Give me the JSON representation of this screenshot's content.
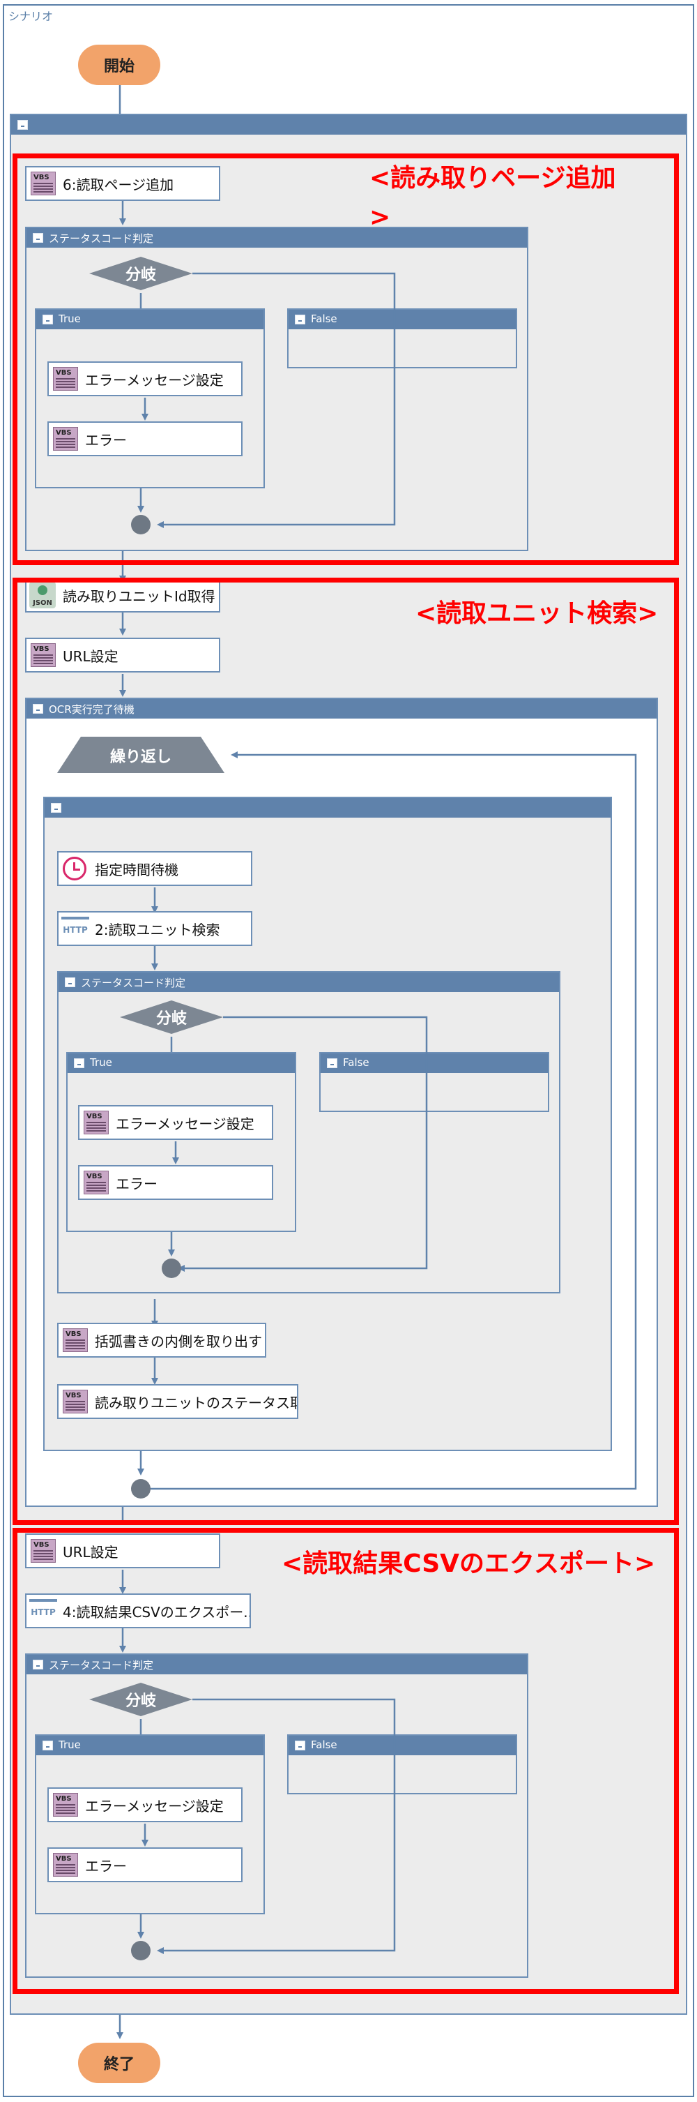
{
  "scenario": {
    "frame_title": "シナリオ",
    "start_label": "開始",
    "end_label": "終了"
  },
  "annotations": {
    "section1_line1": "<読み取りページ追加",
    "section1_line2": ">",
    "section2": "<読取ユニット検索>",
    "section3": "<読取結果CSVのエクスポート>"
  },
  "section1": {
    "add_page": "6:読取ページ追加",
    "status_check": "ステータスコード判定",
    "branch": "分岐",
    "true_label": "True",
    "false_label": "False",
    "set_error_message": "エラーメッセージ設定",
    "error": "エラー"
  },
  "section2": {
    "get_unit_id": "読み取りユニットId取得",
    "set_url": "URL設定",
    "ocr_wait": "OCR実行完了待機",
    "loop": "繰り返し",
    "wait_time": "指定時間待機",
    "search_unit": "2:読取ユニット検索",
    "status_check": "ステータスコード判定",
    "branch": "分岐",
    "true_label": "True",
    "false_label": "False",
    "set_error_message": "エラーメッセージ設定",
    "error": "エラー",
    "extract_paren": "括弧書きの内側を取り出す",
    "get_unit_status": "読み取りユニットのステータス取..."
  },
  "section3": {
    "set_url": "URL設定",
    "export_csv": "4:読取結果CSVのエクスポー...",
    "status_check": "ステータスコード判定",
    "branch": "分岐",
    "true_label": "True",
    "false_label": "False",
    "set_error_message": "エラーメッセージ設定",
    "error": "エラー"
  },
  "colors": {
    "frame_border": "#5a7fa8",
    "header_blue": "#5f82ab",
    "node_gray": "#7d8793",
    "start_end_orange": "#f2a36a",
    "annotation_red": "#ff0000"
  }
}
